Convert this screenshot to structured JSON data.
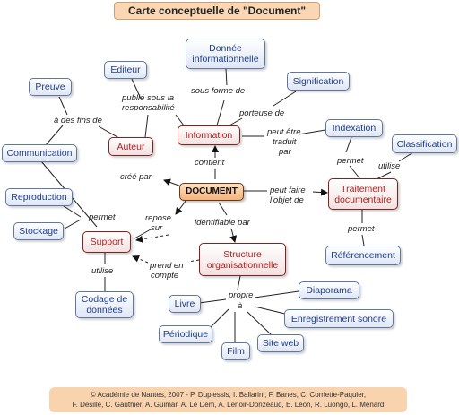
{
  "title": "Carte conceptuelle  de \"Document\"",
  "nodes": {
    "document": "DOCUMENT",
    "information": "Information",
    "auteur": "Auteur",
    "support": "Support",
    "structure": "Structure organisationnelle",
    "traitement": "Traitement documentaire",
    "donnee": "Donnée informationnelle",
    "editeur": "Editeur",
    "preuve": "Preuve",
    "communication": "Communication",
    "reproduction": "Reproduction",
    "stockage": "Stockage",
    "codage": "Codage de données",
    "signification": "Signification",
    "indexation": "Indexation",
    "classification": "Classification",
    "referencement": "Référencement",
    "diaporama": "Diaporama",
    "livre": "Livre",
    "periodique": "Périodique",
    "film": "Film",
    "siteweb": "Site web",
    "enregistrement": "Enregistrement sonore"
  },
  "labels": {
    "publie": "publié sous la",
    "responsabilite": "responsabilité",
    "sousforme": "sous forme de",
    "porteuse": "porteuse de",
    "afins": "à des fins de",
    "peutetre": "peut être",
    "traduit": "traduit",
    "par": "par",
    "contient": "contient",
    "creepar": "créé par",
    "permet_trait": "permet",
    "utilise_trait": "utilise",
    "peutfaire": "peut faire",
    "lobjet": "l'objet de",
    "permet_ref": "permet",
    "permet_sup": "permet",
    "repose": "repose",
    "sur": "sur",
    "identifiable": "identifiable par",
    "utilise_sup": "utilise",
    "prend": "prend en",
    "compte": "compte",
    "propre": "propre",
    "a": "à"
  },
  "footer": {
    "line1": "© Académie de Nantes, 2007 - P. Duplessis, I. Ballarini, F. Banes, C. Corriette-Paquier,",
    "line2": "F. Desille, C. Gauthier, A. Guimar, A. Le Dem, A. Lenoir-Donzeaud, E. Léon, R. Luongo, L. Ménard"
  }
}
